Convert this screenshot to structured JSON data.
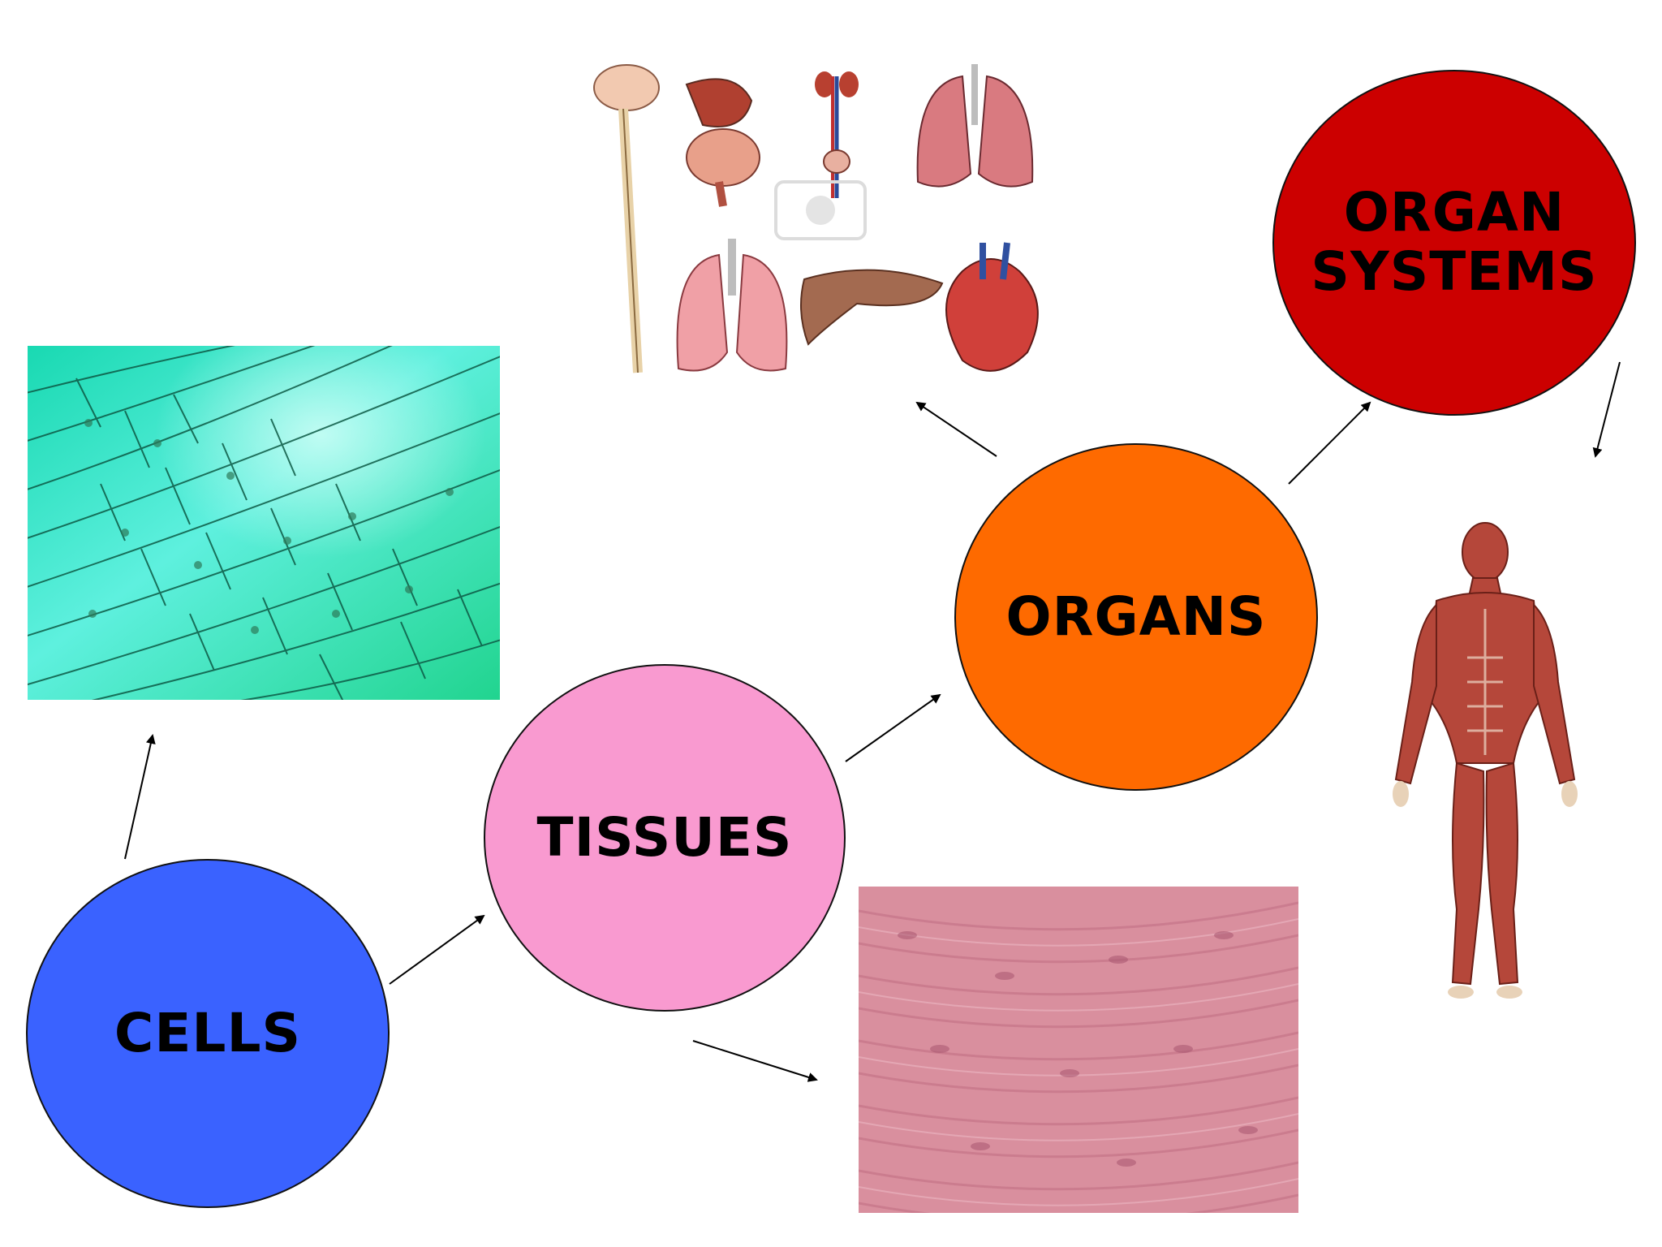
{
  "nodes": {
    "cells": {
      "label": "CELLS",
      "color": "#3a62ff"
    },
    "tissues": {
      "label": "TISSUES",
      "color": "#f99ad0"
    },
    "organs": {
      "label": "ORGANS",
      "color": "#fe6a00"
    },
    "systems": {
      "label": "ORGAN\nSYSTEMS",
      "color": "#cc0000"
    }
  },
  "images": {
    "cells": "plant-cells-micrograph",
    "tissue": "muscle-tissue-micrograph",
    "organs": "human-organs-illustration",
    "body": "human-muscular-system-figure"
  }
}
